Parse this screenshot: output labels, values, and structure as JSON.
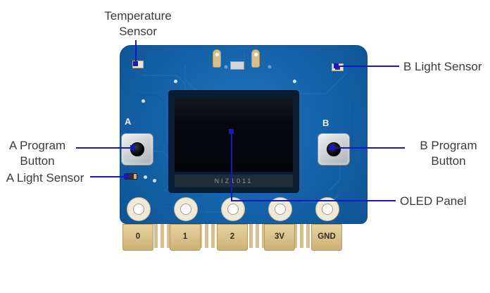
{
  "diagram": {
    "annotations": {
      "temperature_sensor": "Temperature\nSensor",
      "b_light_sensor": "B Light Sensor",
      "a_program_button": "A Program\nButton",
      "a_light_sensor": "A Light Sensor",
      "b_program_button": "B Program\nButton",
      "oled_panel": "OLED Panel"
    },
    "board": {
      "button_a": "A",
      "button_b": "B",
      "oled_text": "NIZ1011",
      "pins": [
        "0",
        "1",
        "2",
        "3V",
        "GND"
      ]
    },
    "colors": {
      "annotation_blue": "#1518c3",
      "pcb_blue": "#1460a6",
      "pad_gold": "#d6bf8d",
      "label_text": "#3b3b3b"
    }
  }
}
